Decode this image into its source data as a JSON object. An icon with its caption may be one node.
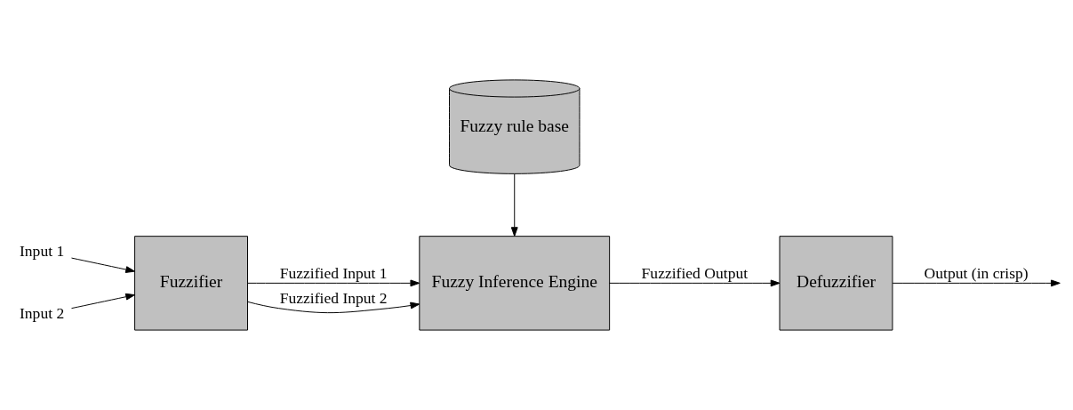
{
  "diagram": {
    "nodes": [
      {
        "text": [
          "Fuzzy rule base"
        ]
      },
      {
        "text": [
          "Fuzzifier"
        ]
      },
      {
        "text": [
          "Fuzzy Inference Engine"
        ]
      },
      {
        "text": [
          "Defuzzifier"
        ]
      },
      {
        "text": [
          "Input 1"
        ]
      },
      {
        "text": [
          "Input 2"
        ]
      }
    ],
    "edges": [
      {
        "from": 4,
        "to": 1,
        "arrow": "to"
      },
      {
        "from": 5,
        "to": 1,
        "arrow": "to"
      },
      {
        "from": 1,
        "to": 2,
        "arrow": "to",
        "label": "Fuzzified Input 1"
      },
      {
        "from": 1,
        "to": 2,
        "arrow": "to",
        "label": "Fuzzified Input 2"
      },
      {
        "from": 0,
        "to": 2,
        "arrow": "to"
      },
      {
        "from": 2,
        "to": 3,
        "arrow": "to",
        "label": "Fuzzified Output"
      },
      {
        "from": 3,
        "to": null,
        "arrow": "to",
        "label": "Output (in crisp)"
      }
    ]
  }
}
